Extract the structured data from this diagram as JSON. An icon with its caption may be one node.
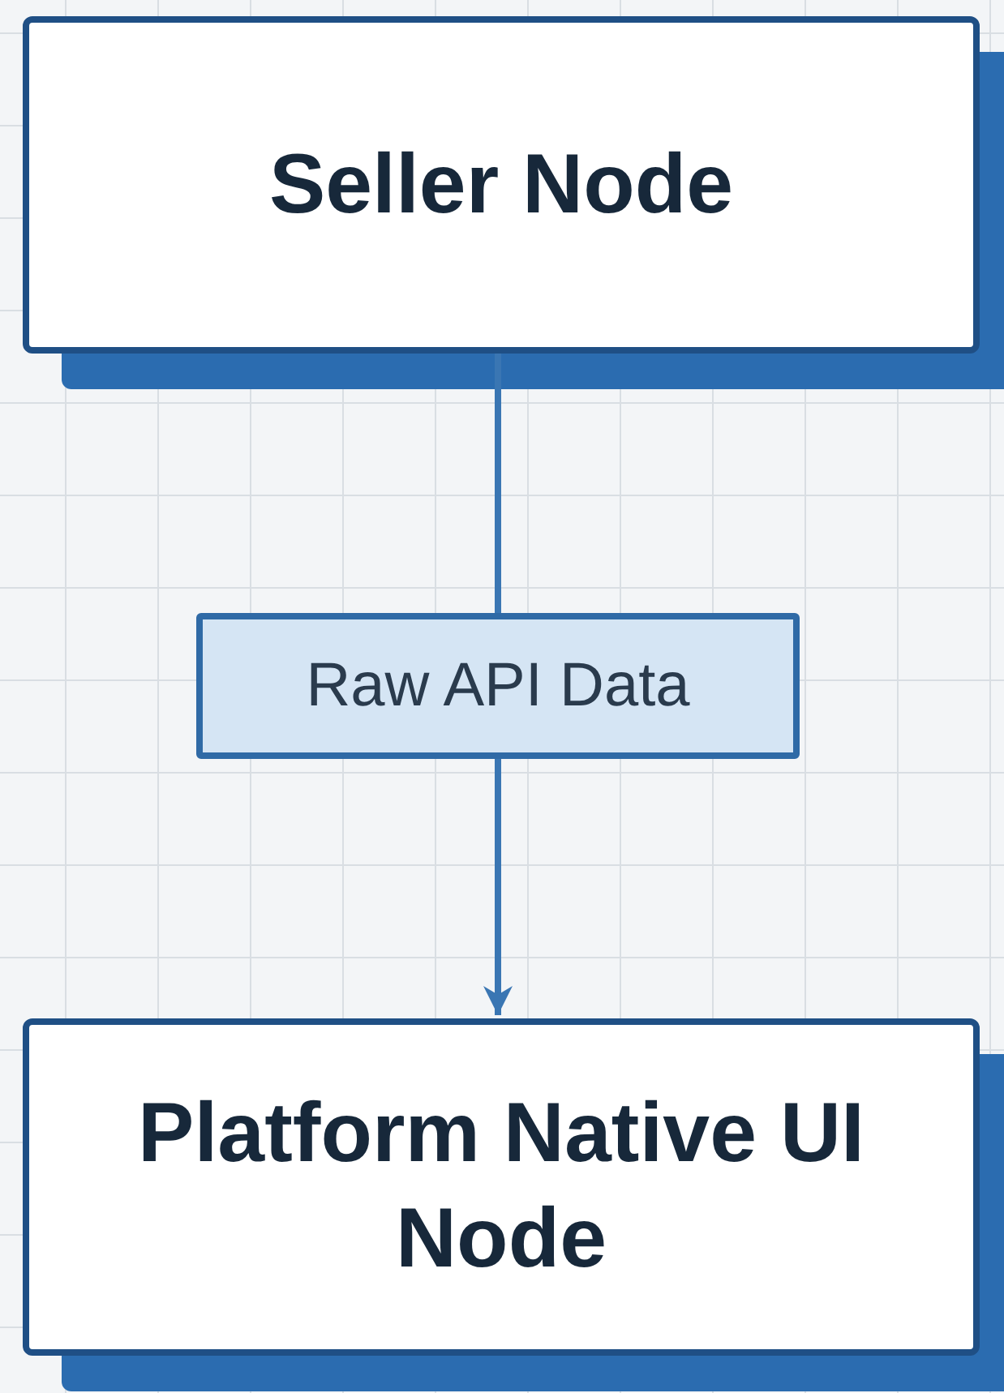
{
  "diagram": {
    "nodes": [
      {
        "text": [
          "Seller Node"
        ]
      },
      {
        "text": [
          "Platform Native UI Node"
        ]
      }
    ],
    "edges": [
      {
        "from": 0,
        "to": 1,
        "arrow": "to",
        "label": "Raw API Data"
      }
    ]
  }
}
